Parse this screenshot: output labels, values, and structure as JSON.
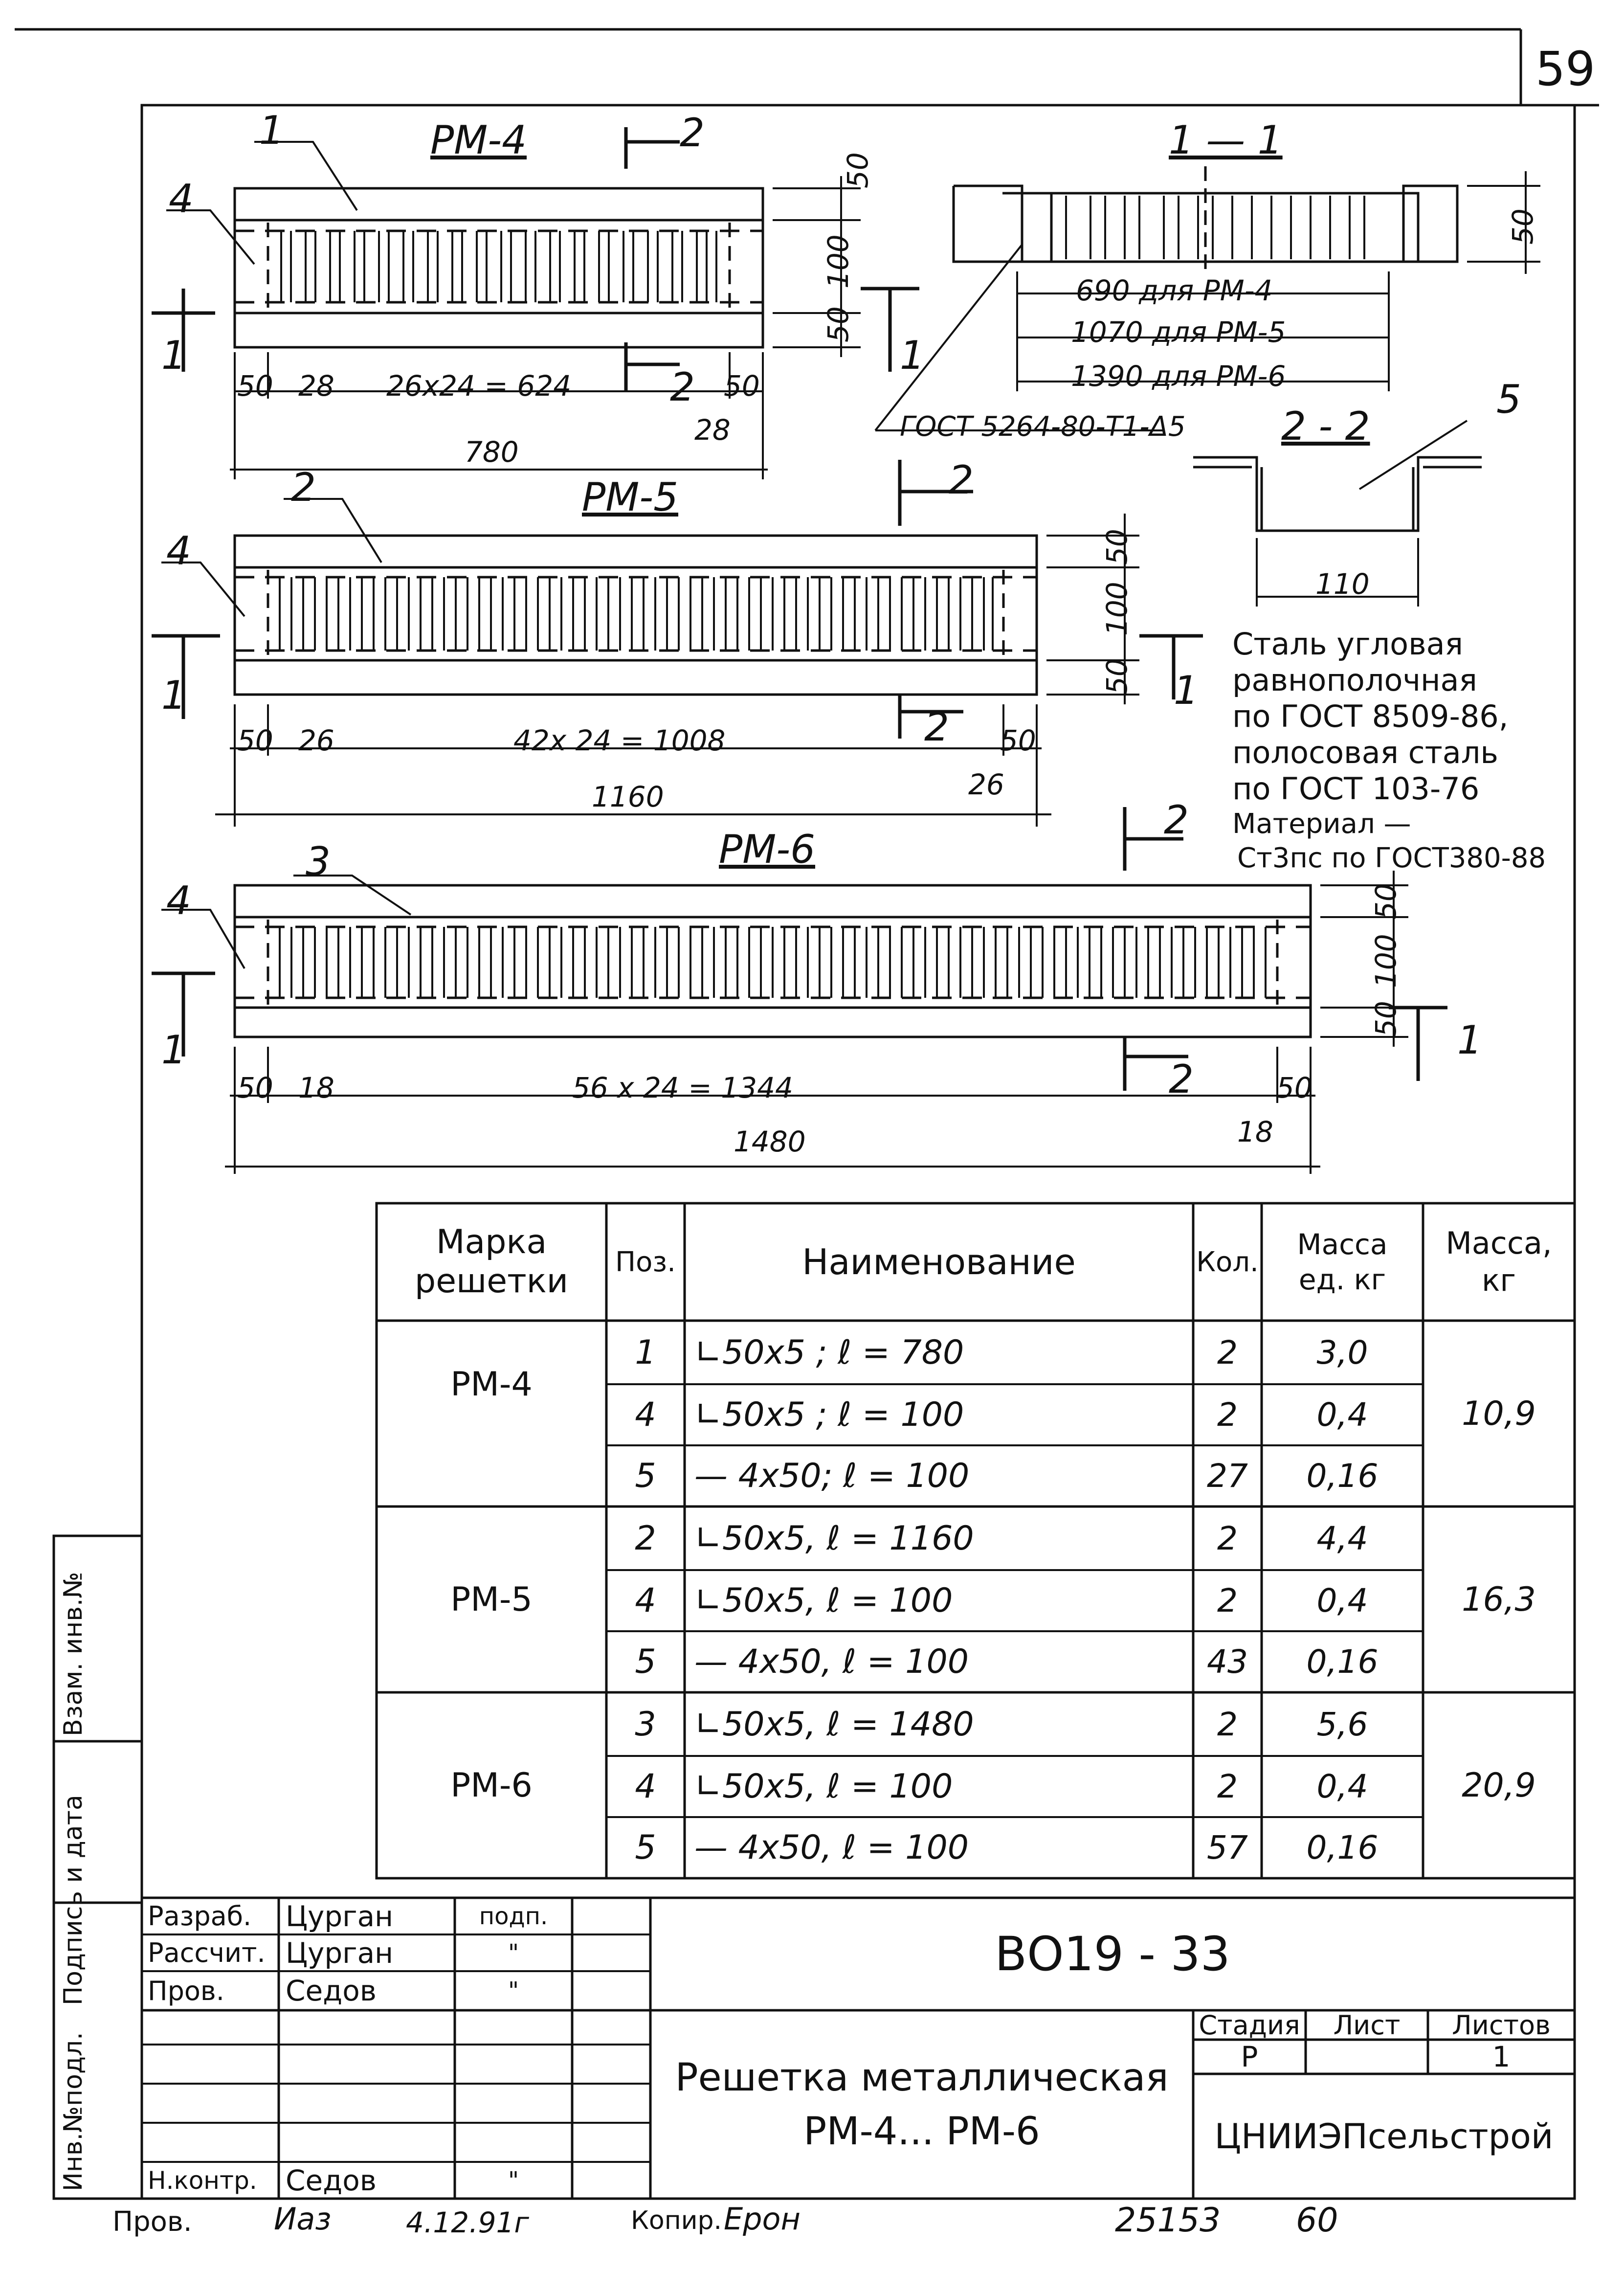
{
  "sheet_number": "59",
  "views": {
    "rm4": {
      "title": "РМ-4",
      "pos_label": "1",
      "end_label": "4",
      "dims": {
        "top": "50",
        "mid": "100",
        "bot": "50",
        "left": "50",
        "first": "28",
        "pitch": "26х24 = 624",
        "last": "28",
        "right": "50",
        "total": "780"
      }
    },
    "rm5": {
      "title": "РМ-5",
      "pos_label": "2",
      "end_label": "4",
      "dims": {
        "top": "50",
        "mid": "100",
        "bot": "50",
        "left": "50",
        "first": "26",
        "pitch": "42х 24 = 1008",
        "last": "26",
        "right": "50",
        "total": "1160"
      }
    },
    "rm6": {
      "title": "РМ-6",
      "pos_label": "3",
      "end_label": "4",
      "dims": {
        "top": "50",
        "mid": "100",
        "bot": "50",
        "left": "50",
        "first": "18",
        "pitch": "56 х 24 = 1344",
        "last": "18",
        "right": "50",
        "total": "1480"
      }
    },
    "cut_marks": {
      "one": "1",
      "two": "2"
    },
    "section11": {
      "title": "1 — 1",
      "height": "50",
      "lengths": [
        "690  для  РМ-4",
        "1070  для  РМ-5",
        "1390  для  РМ-6"
      ],
      "weld": "ГОСТ  5264-80-Т1-Δ5"
    },
    "section22": {
      "title": "2 - 2",
      "pos_label": "5",
      "width": "110"
    }
  },
  "notes": {
    "steel": [
      "Сталь  угловая",
      "равнополочная",
      "по ГОСТ  8509-86,",
      "полосовая  сталь",
      "по  ГОСТ  103-76"
    ],
    "material": [
      "Материал —",
      "Ст3пс  по  ГОСТ380-88"
    ]
  },
  "spec_table": {
    "headers": {
      "mark": [
        "Марка",
        "решетки"
      ],
      "pos": "Поз.",
      "name": "Наименование",
      "qty": "Кол.",
      "unit_mass": [
        "Масса",
        "ед. кг"
      ],
      "mass": [
        "Масса,",
        "кг"
      ]
    },
    "groups": [
      {
        "mark": "РМ-4",
        "mass": "10,9",
        "rows": [
          {
            "pos": "1",
            "name": "∟50х5 ;   ℓ = 780",
            "qty": "2",
            "unit": "3,0"
          },
          {
            "pos": "4",
            "name": "∟50х5 ;   ℓ = 100",
            "qty": "2",
            "unit": "0,4"
          },
          {
            "pos": "5",
            "name": "— 4х50;    ℓ = 100",
            "qty": "27",
            "unit": "0,16"
          }
        ]
      },
      {
        "mark": "РМ-5",
        "mass": "16,3",
        "rows": [
          {
            "pos": "2",
            "name": "∟50х5,   ℓ = 1160",
            "qty": "2",
            "unit": "4,4"
          },
          {
            "pos": "4",
            "name": "∟50х5,  ℓ = 100",
            "qty": "2",
            "unit": "0,4"
          },
          {
            "pos": "5",
            "name": "— 4х50,  ℓ = 100",
            "qty": "43",
            "unit": "0,16"
          }
        ]
      },
      {
        "mark": "РМ-6",
        "mass": "20,9",
        "rows": [
          {
            "pos": "3",
            "name": "∟50х5,  ℓ = 1480",
            "qty": "2",
            "unit": "5,6"
          },
          {
            "pos": "4",
            "name": "∟50х5,   ℓ = 100",
            "qty": "2",
            "unit": "0,4"
          },
          {
            "pos": "5",
            "name": "— 4х50,    ℓ = 100",
            "qty": "57",
            "unit": "0,16"
          }
        ]
      }
    ]
  },
  "side_stamp": [
    "Инв.№подл.",
    "Подпись и дата",
    "Взам. инв.№"
  ],
  "title_block": {
    "roles": [
      {
        "role": "Разраб.",
        "name": "Цурган",
        "sign": "подп."
      },
      {
        "role": "Рассчит.",
        "name": "Цурган",
        "sign": "\""
      },
      {
        "role": "Пров.",
        "name": "Седов",
        "sign": "\""
      },
      {
        "role": "Н.контр.",
        "name": "Седов",
        "sign": "\""
      }
    ],
    "code": "ВО19 - 33",
    "title_lines": [
      "Решетка металлическая",
      "РМ-4...  РМ-6"
    ],
    "stage_label": "Стадия",
    "sheet_label": "Лист",
    "sheets_label": "Листов",
    "stage": "Р",
    "sheets": "1",
    "org": "ЦНИИЭПсельстрой"
  },
  "footer": {
    "checked_label": "Пров.",
    "date": "4.12.91г",
    "copy_label": "Копир.",
    "number": "25153",
    "format": "60"
  }
}
